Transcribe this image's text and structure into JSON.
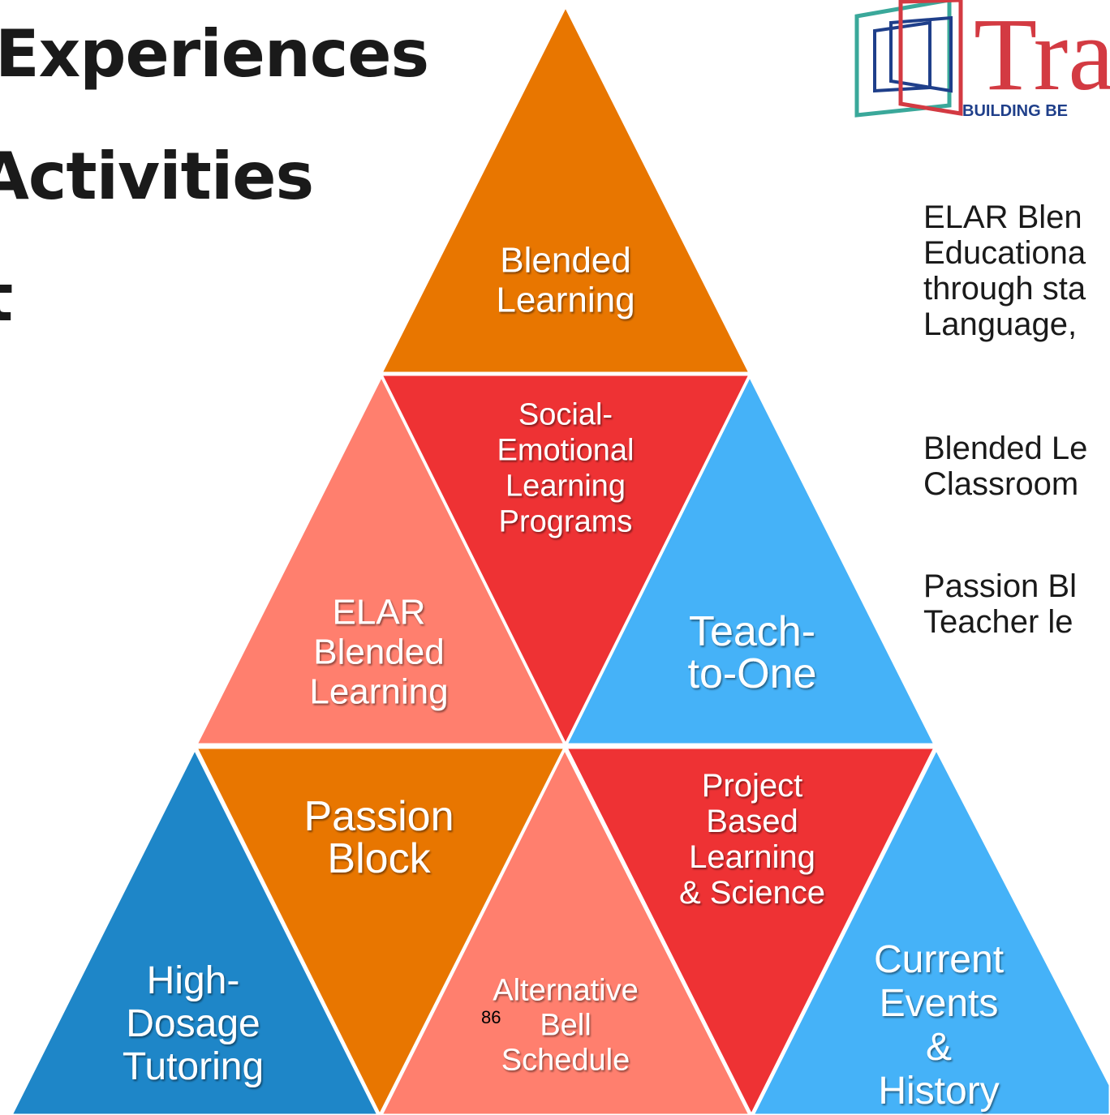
{
  "headings": [
    "Experiences",
    "Activities",
    "t"
  ],
  "logo": {
    "text": "Tra",
    "tagline": "BUILDING BE"
  },
  "side_paragraphs": [
    [
      "ELAR Blen",
      "Educationa",
      "through sta",
      "Language,"
    ],
    [
      "Blended Le",
      "Classroom"
    ],
    [
      "Passion Bl",
      "Teacher le"
    ]
  ],
  "pyramid": {
    "triangles": [
      {
        "id": "blended-learning",
        "lines": [
          "Blended",
          "Learning"
        ],
        "color": "#E87600"
      },
      {
        "id": "social-emotional",
        "lines": [
          "Social-",
          "Emotional",
          "Learning",
          "Programs"
        ],
        "color": "#EE3234"
      },
      {
        "id": "elar-blended",
        "lines": [
          "ELAR",
          "Blended",
          "Learning"
        ],
        "color": "#FF7F6E"
      },
      {
        "id": "teach-to-one",
        "lines": [
          "Teach-",
          "to-One"
        ],
        "color": "#45B2F8"
      },
      {
        "id": "high-dosage",
        "lines": [
          "High-",
          "Dosage",
          "Tutoring"
        ],
        "color": "#1E86C8"
      },
      {
        "id": "passion-block",
        "lines": [
          "Passion",
          "Block"
        ],
        "color": "#E87600"
      },
      {
        "id": "alt-bell",
        "lines": [
          "Alternative",
          "Bell",
          "Schedule"
        ],
        "color": "#FF7F6E"
      },
      {
        "id": "pbl-science",
        "lines": [
          "Project",
          "Based",
          "Learning",
          "& Science"
        ],
        "color": "#EE3234"
      },
      {
        "id": "current-events",
        "lines": [
          "Current",
          "Events",
          "&",
          "History"
        ],
        "color": "#45B2F8"
      }
    ]
  },
  "page_number": "86"
}
